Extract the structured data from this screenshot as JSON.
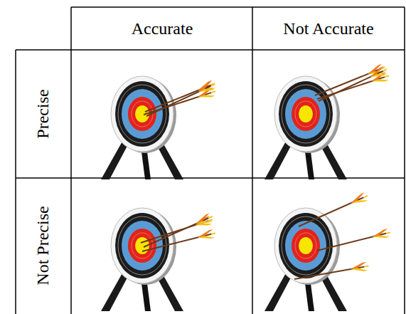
{
  "diagram": {
    "labels": [
      "Accurate",
      "Not Accurate",
      "Precise",
      "Not Precise"
    ]
  }
}
